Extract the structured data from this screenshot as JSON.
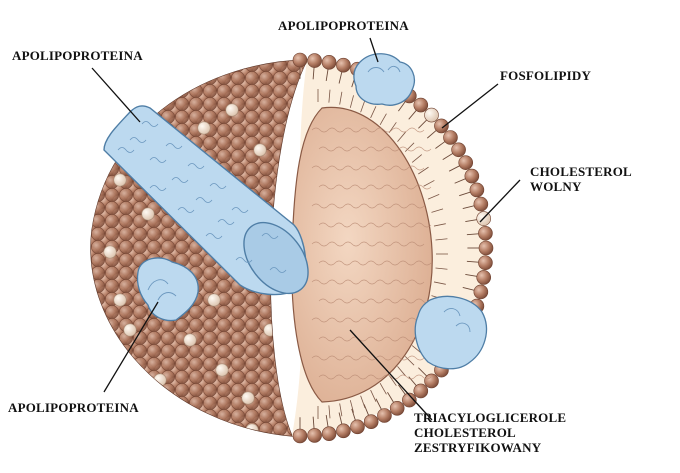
{
  "labels": {
    "apo_top_left": "APOLIPOPROTEINA",
    "apo_top_center": "APOLIPOPROTEINA",
    "apo_bottom_left": "APOLIPOPROTEINA",
    "phospholipids": "FOSFOLIPIDY",
    "cholesterol_free": [
      "CHOLESTEROL",
      "WOLNY"
    ],
    "core": [
      "TRIACYLOGLICEROLE",
      "CHOLESTEROL",
      "ZESTRYFIKOWANY"
    ]
  },
  "colors": {
    "bead": "#b07a62",
    "bead_light": "#e9d6c6",
    "core": "#e8c5ad",
    "shell_gap": "#fbeedd",
    "protein": "#bcd9ef",
    "protein_stroke": "#5a88b0",
    "outline": "#5a3426"
  }
}
